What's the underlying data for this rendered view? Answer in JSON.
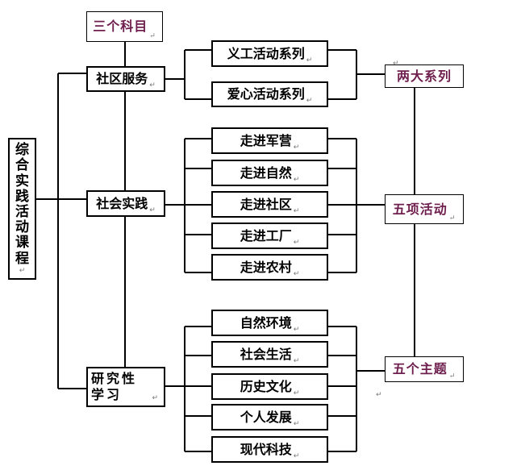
{
  "root": {
    "chars": [
      "综",
      "合",
      "实",
      "践",
      "活",
      "动",
      "课",
      "程"
    ]
  },
  "header_box": {
    "label": "三个科目"
  },
  "subjects": [
    {
      "id": "community-service",
      "label": "社区服务"
    },
    {
      "id": "social-practice",
      "label": "社会实践"
    },
    {
      "id": "research-study",
      "label": "研究性学习"
    }
  ],
  "group_series": {
    "label": "两大系列",
    "items": [
      "义工活动系列",
      "爱心活动系列"
    ]
  },
  "group_activities": {
    "label": "五项活动",
    "items": [
      "走进军营",
      "走进自然",
      "走进社区",
      "走进工厂",
      "走进农村"
    ]
  },
  "group_themes": {
    "label": "五个主题",
    "items": [
      "自然环境",
      "社会生活",
      "历史文化",
      "个人发展",
      "现代科技"
    ]
  },
  "paragraph_mark": "↵",
  "colors": {
    "line": "#000000",
    "group_label": "#6e1f4e",
    "mark": "#777777"
  }
}
